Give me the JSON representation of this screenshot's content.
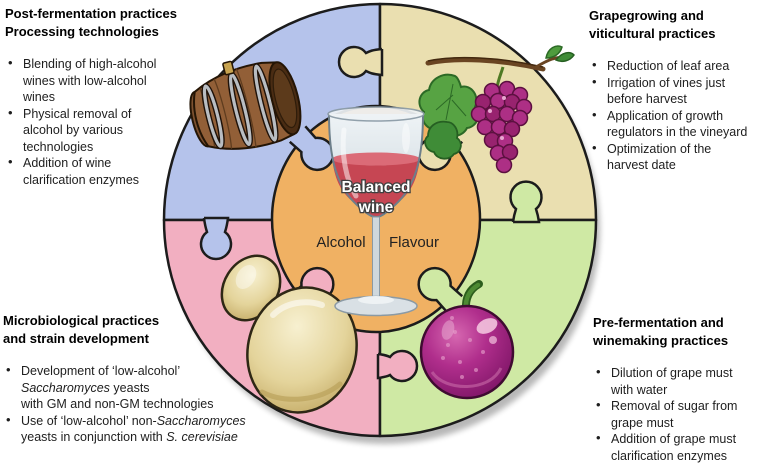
{
  "figure": {
    "center": {
      "glass_label_line1": "Balanced",
      "glass_label_line2": "wine",
      "left_label": "Alcohol",
      "right_label": "Flavour"
    },
    "colors": {
      "quadrant_top_left": "#b5c3eb",
      "quadrant_top_right": "#eadfb0",
      "quadrant_bottom_left": "#f2afc1",
      "quadrant_bottom_right": "#cfe9a4",
      "center_piece": "#f0b163",
      "outline": "#1c1c1c",
      "wine": "#c64653"
    },
    "illustrations": {
      "top_left": "wine-barrel",
      "top_right": "grape-cluster-on-vine",
      "bottom_left": "budding-yeast-cells",
      "bottom_right": "grape-berry",
      "center": "glass-of-red-wine"
    }
  },
  "blocks": [
    {
      "heading": [
        "Post-fermentation practices",
        "Processing technologies"
      ],
      "bullets": [
        [
          {
            "t": "Blending of high-alcohol"
          },
          {
            "br": true
          },
          {
            "t": "wines with low-alcohol"
          },
          {
            "br": true
          },
          {
            "t": "wines"
          }
        ],
        [
          {
            "t": "Physical removal of"
          },
          {
            "br": true
          },
          {
            "t": "alcohol by various"
          },
          {
            "br": true
          },
          {
            "t": "technologies"
          }
        ],
        [
          {
            "t": "Addition of wine"
          },
          {
            "br": true
          },
          {
            "t": "clarification enzymes"
          }
        ]
      ]
    },
    {
      "heading": [
        "Grapegrowing and",
        "viticultural practices"
      ],
      "bullets": [
        [
          {
            "t": "Reduction of leaf area"
          }
        ],
        [
          {
            "t": "Irrigation of vines just"
          },
          {
            "br": true
          },
          {
            "t": "before harvest"
          }
        ],
        [
          {
            "t": "Application of growth"
          },
          {
            "br": true
          },
          {
            "t": "regulators in the vineyard"
          }
        ],
        [
          {
            "t": "Optimization of the"
          },
          {
            "br": true
          },
          {
            "t": "harvest date"
          }
        ]
      ]
    },
    {
      "heading": [
        "Microbiological practices",
        "and strain development"
      ],
      "bullets": [
        [
          {
            "t": "Development of ‘low-alcohol’"
          },
          {
            "br": true
          },
          {
            "t": "Saccharomyces",
            "i": true
          },
          {
            "t": " yeasts"
          },
          {
            "br": true
          },
          {
            "t": "with GM and non-GM technologies"
          }
        ],
        [
          {
            "t": "Use of ‘low-alcohol’ non-"
          },
          {
            "t": "Saccharomyces",
            "i": true
          },
          {
            "br": true
          },
          {
            "t": "yeasts in conjunction with "
          },
          {
            "t": "S. cerevisiae",
            "i": true
          }
        ]
      ]
    },
    {
      "heading": [
        "Pre-fermentation and",
        "winemaking practices"
      ],
      "bullets": [
        [
          {
            "t": "Dilution of grape must"
          },
          {
            "br": true
          },
          {
            "t": "with water"
          }
        ],
        [
          {
            "t": "Removal of sugar from"
          },
          {
            "br": true
          },
          {
            "t": "grape must"
          }
        ],
        [
          {
            "t": "Addition of grape must"
          },
          {
            "br": true
          },
          {
            "t": "clarification enzymes"
          }
        ]
      ]
    }
  ]
}
